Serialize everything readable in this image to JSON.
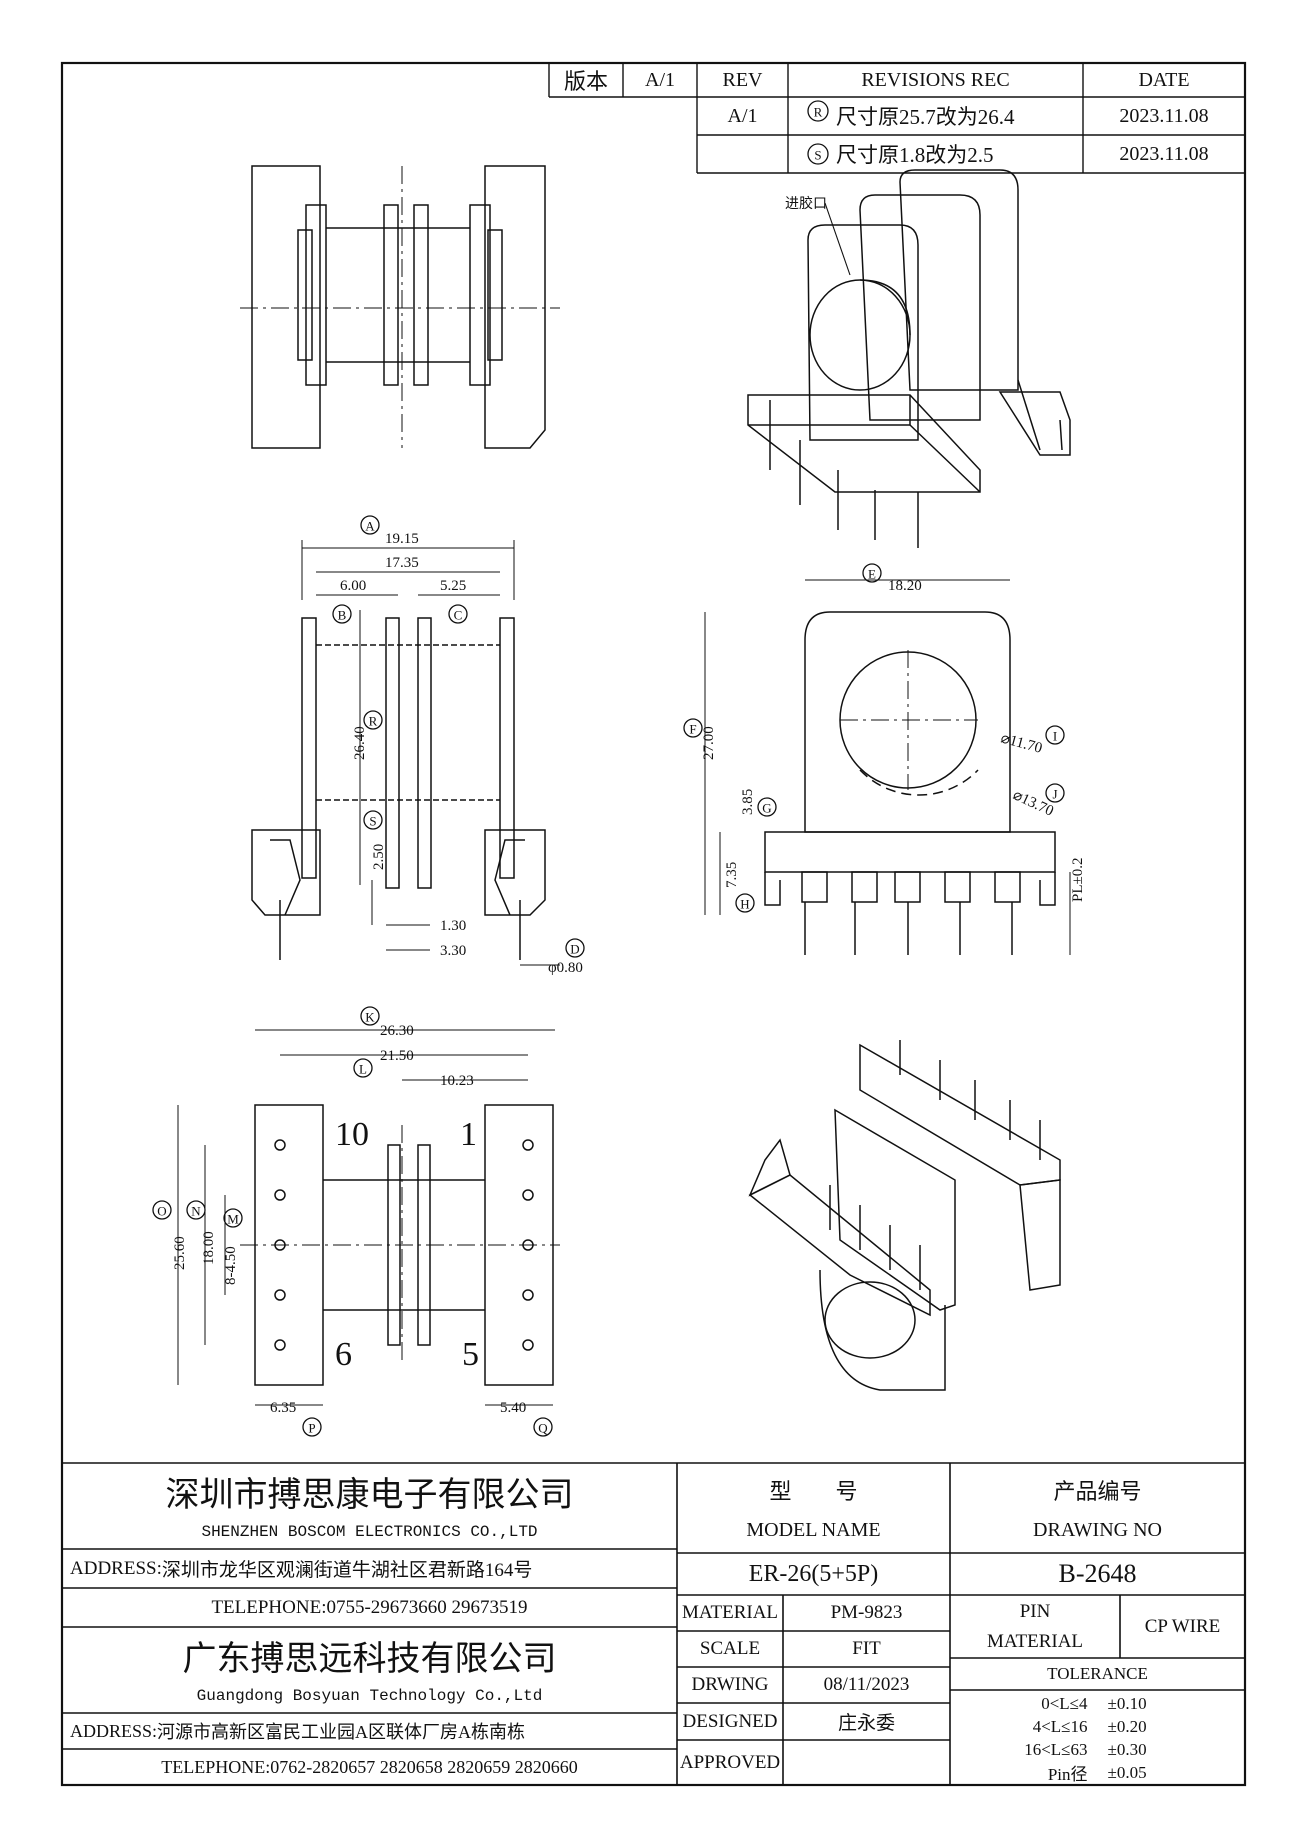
{
  "revision_table": {
    "version_label": "版本",
    "version_value": "A/1",
    "headers": {
      "rev": "REV",
      "revisions": "REVISIONS REC",
      "date": "DATE"
    },
    "rows": [
      {
        "rev": "A/1",
        "mark": "R",
        "text": "尺寸原25.7改为26.4",
        "date": "2023.11.08"
      },
      {
        "rev": "",
        "mark": "S",
        "text": "尺寸原1.8改为2.5",
        "date": "2023.11.08"
      }
    ]
  },
  "drawing": {
    "gate_label": "进胶口",
    "top_view": {
      "dims": {
        "A": "19.15",
        "a2": "17.35",
        "B": "6.00",
        "C": "5.25",
        "R": "26.40",
        "S": "2.50",
        "d1": "1.30",
        "d2": "3.30",
        "D": "φ0.80"
      },
      "markers": [
        "A",
        "B",
        "C",
        "R",
        "S",
        "D"
      ]
    },
    "front_view": {
      "dims": {
        "E": "18.20",
        "F": "27.00",
        "G": "3.85",
        "H": "7.35",
        "I": "⌀11.70",
        "J": "⌀13.70",
        "PL": "PL±0.2"
      },
      "markers": [
        "E",
        "F",
        "G",
        "H",
        "I",
        "J"
      ]
    },
    "bottom_view": {
      "dims": {
        "K": "26.30",
        "L": "21.50",
        "l2": "10.23",
        "O": "25.60",
        "N": "18.00",
        "M": "8-4.50",
        "P": "6.35",
        "Q": "5.40"
      },
      "markers": [
        "K",
        "L",
        "O",
        "N",
        "M",
        "P",
        "Q"
      ],
      "pin_labels": {
        "p10": "10",
        "p1": "1",
        "p6": "6",
        "p5": "5"
      }
    }
  },
  "title_block": {
    "company1_cn": "深圳市搏思康电子有限公司",
    "company1_en": "SHENZHEN BOSCOM ELECTRONICS CO.,LTD",
    "address1_label": "ADDRESS:",
    "address1": "深圳市龙华区观澜街道牛湖社区君新路164号",
    "telephone1_label": "TELEPHONE:",
    "telephone1": "0755-29673660 29673519",
    "company2_cn": "广东搏思远科技有限公司",
    "company2_en": "Guangdong Bosyuan Technology Co.,Ltd",
    "address2_label": "ADDRESS:",
    "address2": "河源市高新区富民工业园A区联体厂房A栋南栋",
    "telephone2_label": "TELEPHONE:",
    "telephone2": "0762-2820657 2820658 2820659 2820660",
    "model_cn": "型　　号",
    "model_en": "MODEL NAME",
    "model_value": "ER-26(5+5P)",
    "drawing_no_cn": "产品编号",
    "drawing_no_en": "DRAWING NO",
    "drawing_no_value": "B-2648",
    "material_label": "MATERIAL",
    "material_value": "PM-9823",
    "pin_material_label_1": "PIN",
    "pin_material_label_2": "MATERIAL",
    "pin_material_value": "CP WIRE",
    "scale_label": "SCALE",
    "scale_value": "FIT",
    "drawing_label": "DRWING",
    "drawing_value": "08/11/2023",
    "designed_label": "DESIGNED",
    "designed_value": "庄永委",
    "approved_label": "APPROVED",
    "approved_value": "",
    "tolerance_label": "TOLERANCE",
    "tolerances": [
      {
        "range": "0<L≤4",
        "value": "±0.10"
      },
      {
        "range": "4<L≤16",
        "value": "±0.20"
      },
      {
        "range": "16<L≤63",
        "value": "±0.30"
      },
      {
        "range": "Pin径",
        "value": "±0.05"
      }
    ]
  }
}
